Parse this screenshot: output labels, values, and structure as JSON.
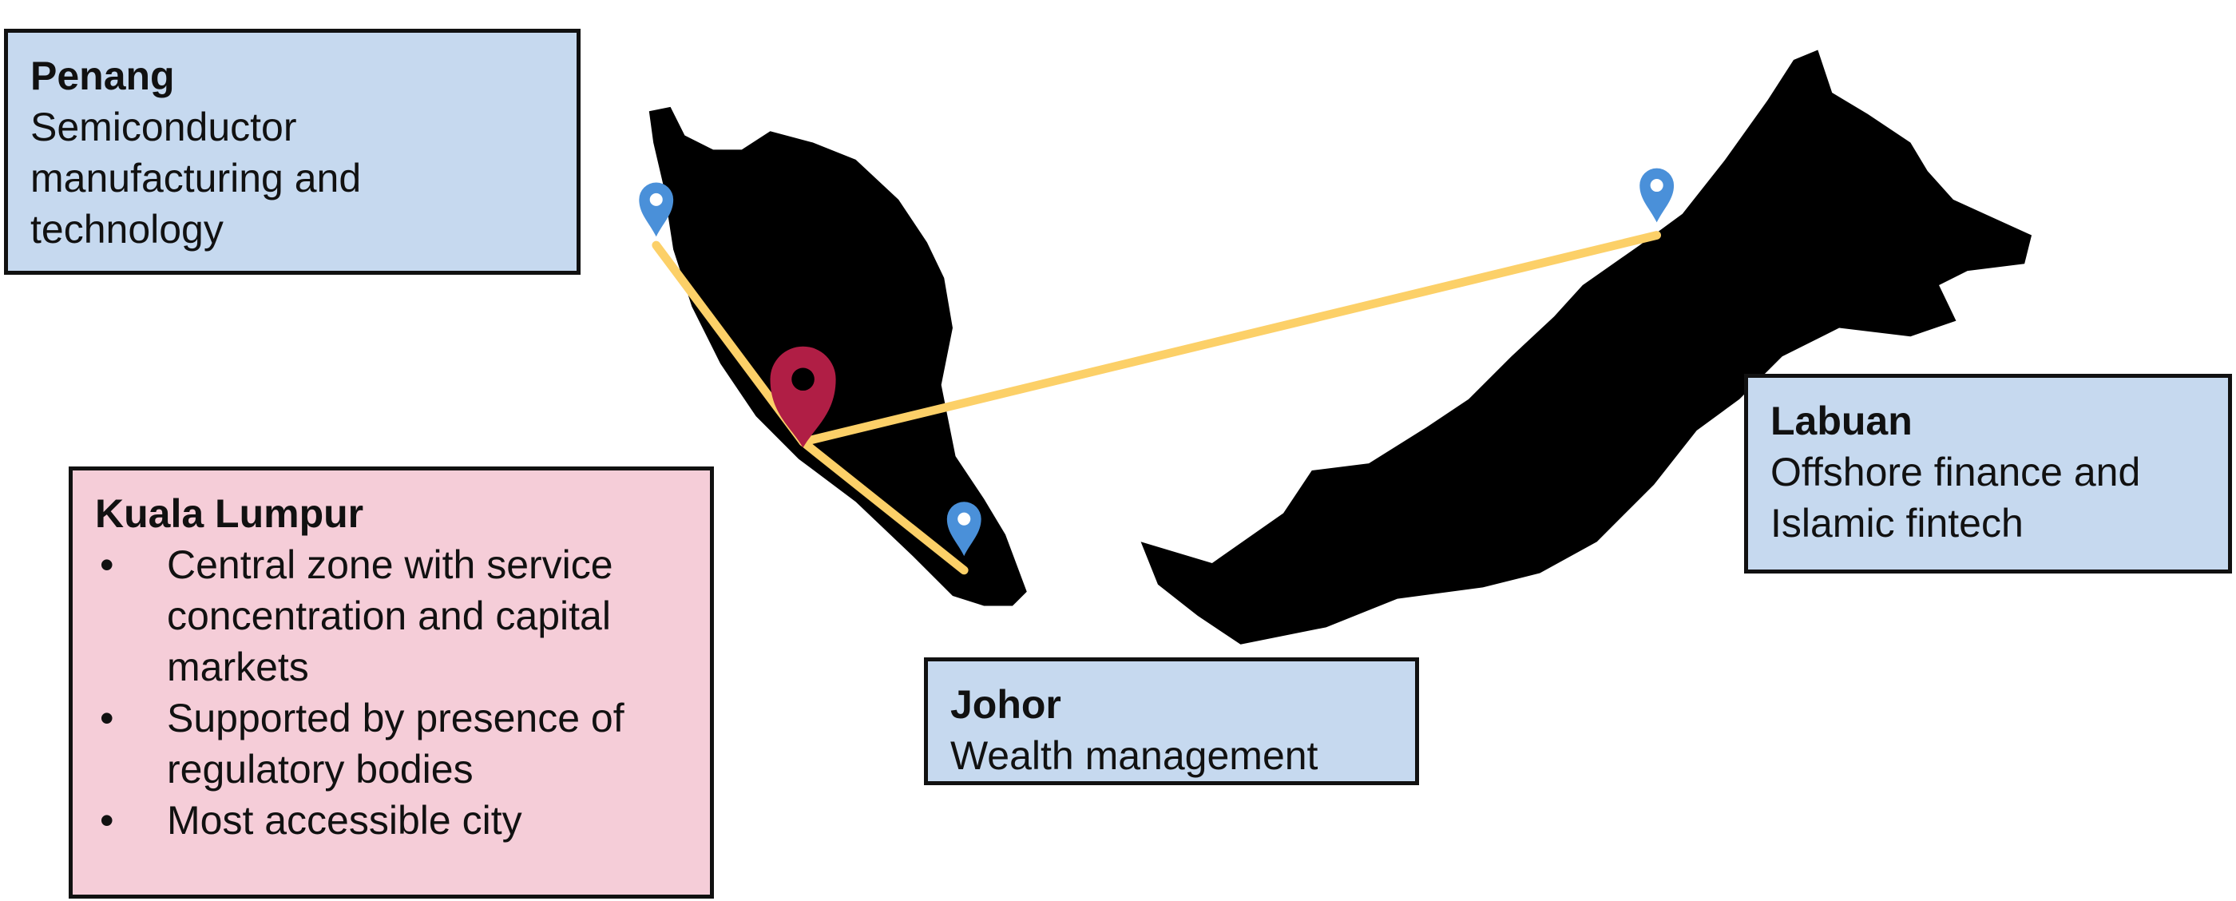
{
  "colors": {
    "box_blue": "#c6d9ef",
    "box_pink": "#f5cdd8",
    "route_line": "#fcd068",
    "hub_pin": "#b01e45",
    "city_pin": "#4a90d9",
    "land": "#000000"
  },
  "penang": {
    "title": "Penang",
    "desc": "Semiconductor manufacturing and technology"
  },
  "kuala_lumpur": {
    "title": "Kuala Lumpur",
    "bullets": [
      "Central zone with service concentration and capital markets",
      "Supported by presence of regulatory bodies",
      "Most accessible city"
    ]
  },
  "johor": {
    "title": "Johor",
    "desc": "Wealth management"
  },
  "labuan": {
    "title": "Labuan",
    "desc": "Offshore finance and Islamic fintech"
  }
}
